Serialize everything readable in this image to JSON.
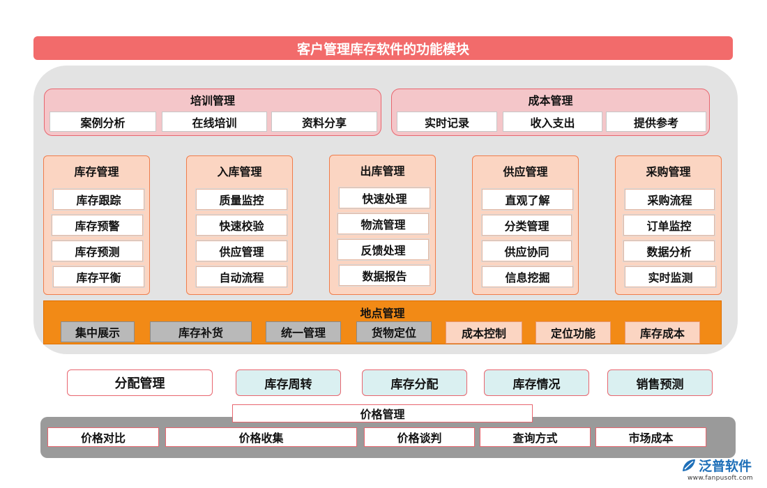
{
  "title": "客户管理库存软件的功能模块",
  "training": {
    "title": "培训管理",
    "items": [
      "案例分析",
      "在线培训",
      "资料分享"
    ]
  },
  "cost": {
    "title": "成本管理",
    "items": [
      "实时记录",
      "收入支出",
      "提供参考"
    ]
  },
  "modules": [
    {
      "title": "库存管理",
      "items": [
        "库存跟踪",
        "库存预警",
        "库存预测",
        "库存平衡"
      ]
    },
    {
      "title": "入库管理",
      "items": [
        "质量监控",
        "快速校验",
        "供应管理",
        "自动流程"
      ]
    },
    {
      "title": "出库管理",
      "items": [
        "快速处理",
        "物流管理",
        "反馈处理",
        "数据报告"
      ]
    },
    {
      "title": "供应管理",
      "items": [
        "直观了解",
        "分类管理",
        "供应协同",
        "信息挖掘"
      ]
    },
    {
      "title": "采购管理",
      "items": [
        "采购流程",
        "订单监控",
        "数据分析",
        "实时监测"
      ]
    }
  ],
  "location": {
    "title": "地点管理",
    "items": [
      "集中展示",
      "库存补货",
      "统一管理",
      "货物定位",
      "成本控制",
      "定位功能",
      "库存成本"
    ]
  },
  "bottom_row": [
    "分配管理",
    "库存周转",
    "库存分配",
    "库存情况",
    "销售预测"
  ],
  "price": {
    "title": "价格管理",
    "items": [
      "价格对比",
      "价格收集",
      "价格谈判",
      "查询方式",
      "市场成本"
    ]
  },
  "logo": {
    "name": "泛普软件",
    "url": "www.fanpusoft.com"
  },
  "colors": {
    "title_bar": "#f26b6b",
    "panel": "#e3e3e3",
    "pink_group": "#f4c6c9",
    "module_bg": "#fbd5c2",
    "location_band": "#f28a16",
    "mint": "#daf0f1",
    "price_panel": "#9a9a9a",
    "logo": "#1e6fb8"
  }
}
